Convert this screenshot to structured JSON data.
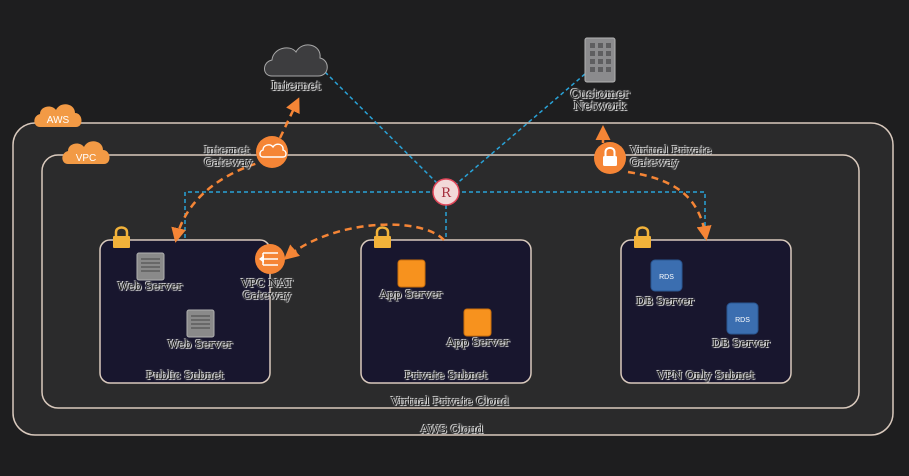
{
  "colors": {
    "background": "#1e1e1f",
    "container_fill": "#2a2a2b",
    "container_stroke": "#d9c9bd",
    "subnet_fill": "#18162e",
    "orange": "#f58536",
    "orange_badge": "#f29a45",
    "blue_link": "#29a3d8",
    "ec2_orange": "#f7921e",
    "rds_blue": "#3b6eb0",
    "server_gray": "#8a8a8a",
    "router_fill": "#f2d9d9",
    "router_stroke": "#e1475a"
  },
  "badges": {
    "aws": "AWS",
    "vpc": "VPC"
  },
  "external": {
    "internet": {
      "label": "Internet",
      "icon": "cloud-icon"
    },
    "customer_network": {
      "label": "Customer\nNetwork",
      "icon": "corporate-datacenter-icon"
    }
  },
  "gateways": {
    "internet_gateway": {
      "label": "Internet\nGateway",
      "icon": "internet-gateway-icon"
    },
    "virtual_private_gateway": {
      "label": "Virtual Private\nGateway",
      "icon": "vpn-gateway-lock-icon"
    },
    "nat_gateway": {
      "label": "VPC NAT\nGateway",
      "icon": "nat-gateway-icon"
    },
    "router": {
      "label": "R",
      "icon": "router-icon"
    }
  },
  "containers": {
    "aws_cloud": "AWS Cloud",
    "vpc": "Virtual Private Cloud"
  },
  "subnets": [
    {
      "name": "Public Subnet",
      "icon": "lock-icon",
      "nodes": [
        {
          "label": "Web Server",
          "icon": "server-icon"
        },
        {
          "label": "Web Server",
          "icon": "server-icon"
        }
      ]
    },
    {
      "name": "Private Subnet",
      "icon": "lock-icon",
      "nodes": [
        {
          "label": "App Server",
          "icon": "ec2-instance-icon"
        },
        {
          "label": "App Server",
          "icon": "ec2-instance-icon"
        }
      ]
    },
    {
      "name": "VPN Only Subnet",
      "icon": "lock-icon",
      "nodes": [
        {
          "label": "DB Server",
          "icon": "rds-icon",
          "tag": "RDS"
        },
        {
          "label": "DB Server",
          "icon": "rds-icon",
          "tag": "RDS"
        }
      ]
    }
  ]
}
